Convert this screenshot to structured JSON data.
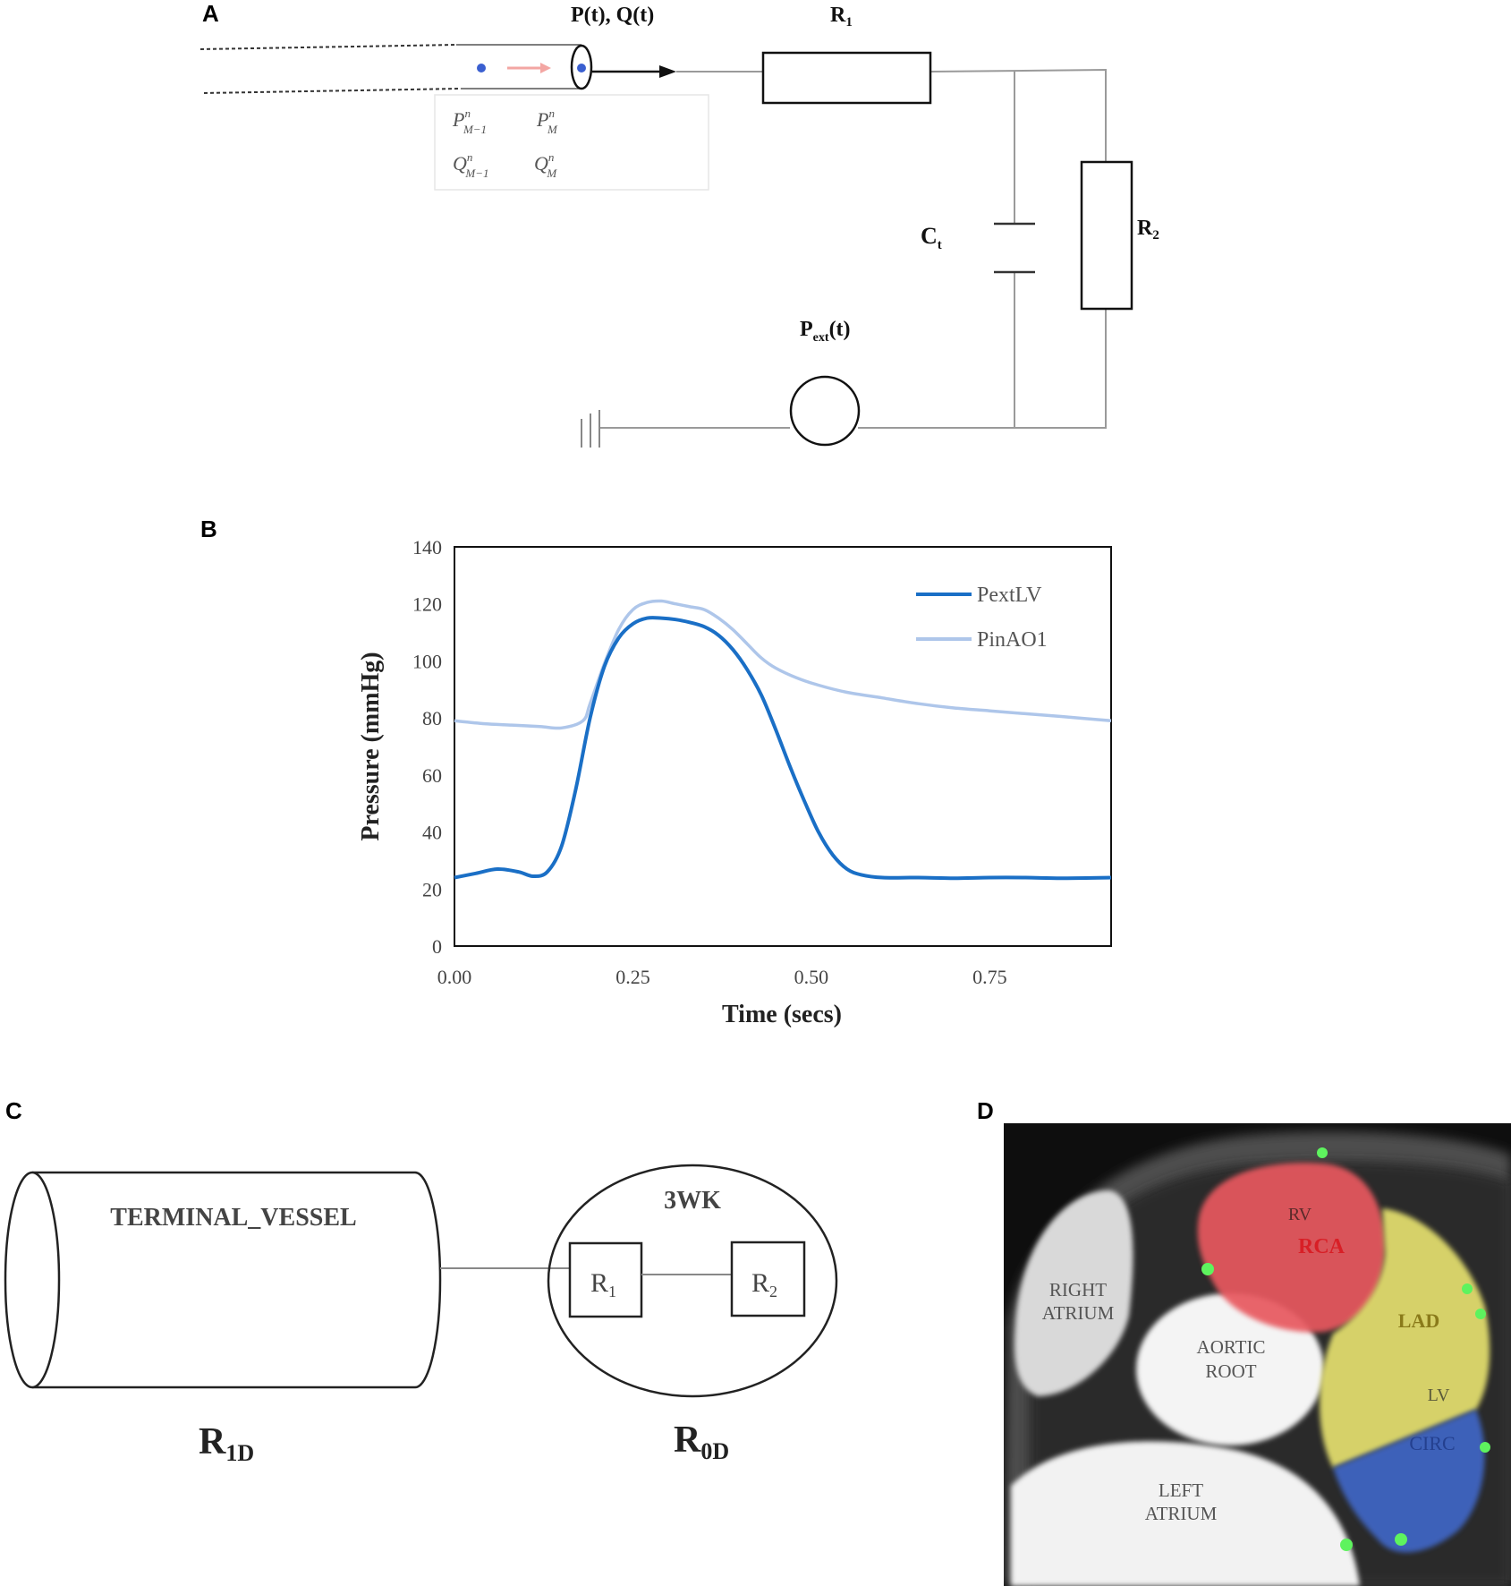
{
  "panels": {
    "a": "A",
    "b": "B",
    "c": "C",
    "d": "D"
  },
  "panel_a": {
    "pq_label": "P(t), Q(t)",
    "r1": "R",
    "r1_sub": "1",
    "r2": "R",
    "r2_sub": "2",
    "ct": "C",
    "ct_sub": "t",
    "pext": "P",
    "pext_sub": "ext",
    "pext_arg": "(t)",
    "node_labels": {
      "p_prev": "P",
      "p_prev_sup": "n",
      "p_prev_sub": "M−1",
      "p_cur": "P",
      "p_cur_sup": "n",
      "p_cur_sub": "M",
      "q_prev": "Q",
      "q_prev_sup": "n",
      "q_prev_sub": "M−1",
      "q_cur": "Q",
      "q_cur_sup": "n",
      "q_cur_sub": "M"
    }
  },
  "panel_c": {
    "vessel_label": "TERMINAL_VESSEL",
    "wk_label": "3WK",
    "r1": "R",
    "r1_sub": "1",
    "r2": "R",
    "r2_sub": "2",
    "r1d": "R",
    "r1d_sub": "1D",
    "r0d": "R",
    "r0d_sub": "0D"
  },
  "panel_d": {
    "labels": {
      "rv": "RV",
      "rca": "RCA",
      "lad": "LAD",
      "lv": "LV",
      "circ": "CIRC",
      "right_atrium_1": "RIGHT",
      "right_atrium_2": "ATRIUM",
      "aortic_root_1": "AORTIC",
      "aortic_root_2": "ROOT",
      "left_atrium_1": "LEFT",
      "left_atrium_2": "ATRIUM"
    },
    "colors": {
      "rca": "#e8595f",
      "lad": "#e9e470",
      "circ": "#3f67c9",
      "markers": "#5ef35e"
    }
  },
  "chart_data": {
    "type": "line",
    "title": "",
    "xlabel": "Time (secs)",
    "ylabel": "Pressure (mmHg)",
    "xlim": [
      0,
      0.92
    ],
    "ylim": [
      0,
      140
    ],
    "xticks": [
      0,
      0.25,
      0.5,
      0.75
    ],
    "xtick_labels": [
      "0.00",
      "0.25",
      "0.50",
      "0.75"
    ],
    "yticks": [
      0,
      20,
      40,
      60,
      80,
      100,
      120,
      140
    ],
    "ytick_labels": [
      "0",
      "20",
      "40",
      "60",
      "80",
      "100",
      "120",
      "140"
    ],
    "grid": false,
    "legend_position": "top-right",
    "series": [
      {
        "name": "PextLV",
        "color": "#1a6fc6",
        "x": [
          0,
          0.03,
          0.06,
          0.09,
          0.11,
          0.13,
          0.15,
          0.17,
          0.19,
          0.21,
          0.23,
          0.25,
          0.27,
          0.29,
          0.31,
          0.33,
          0.35,
          0.37,
          0.39,
          0.41,
          0.43,
          0.45,
          0.47,
          0.49,
          0.51,
          0.53,
          0.55,
          0.57,
          0.6,
          0.65,
          0.7,
          0.75,
          0.8,
          0.85,
          0.92
        ],
        "y": [
          24,
          25.5,
          27,
          26,
          24.5,
          26,
          35,
          55,
          80,
          98,
          108,
          113,
          115,
          115,
          114.5,
          113.5,
          112,
          109,
          104,
          97,
          88,
          76,
          63,
          51,
          40,
          32,
          27,
          25,
          24,
          24,
          23.8,
          24,
          24,
          23.8,
          24
        ]
      },
      {
        "name": "PinAO1",
        "color": "#aec6ea",
        "x": [
          0,
          0.04,
          0.08,
          0.12,
          0.15,
          0.18,
          0.19,
          0.21,
          0.23,
          0.25,
          0.27,
          0.29,
          0.31,
          0.33,
          0.35,
          0.37,
          0.39,
          0.41,
          0.43,
          0.45,
          0.48,
          0.51,
          0.55,
          0.6,
          0.65,
          0.7,
          0.75,
          0.8,
          0.85,
          0.92
        ],
        "y": [
          79,
          78,
          77.5,
          77,
          76.5,
          79,
          85,
          99,
          111,
          118,
          120.5,
          121,
          120,
          119,
          118,
          115,
          111,
          106,
          101,
          97.5,
          94,
          91.5,
          89,
          87,
          85,
          83.5,
          82.5,
          81.5,
          80.5,
          79
        ]
      }
    ]
  }
}
